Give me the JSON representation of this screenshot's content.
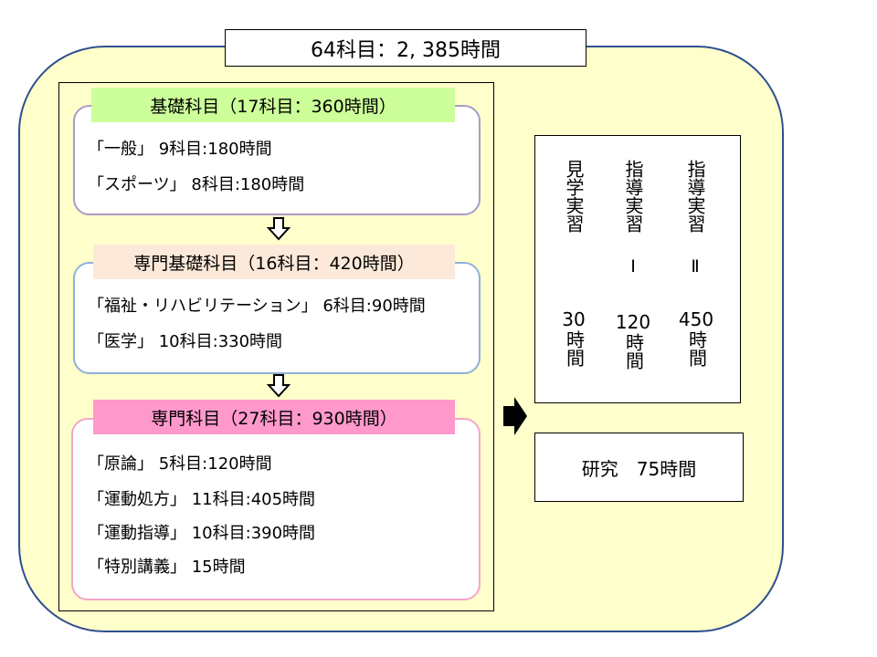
{
  "title": "64科目：2, 385時間",
  "groups": [
    {
      "header": "基礎科目（17科目：360時間）",
      "color": "#ccff99",
      "border_color": "#a99bc8",
      "items": [
        "「一般」 9科目:180時間",
        "「スポーツ」 8科目:180時間"
      ]
    },
    {
      "header": "専門基礎科目（16科目：420時間）",
      "color": "#fde9d9",
      "border_color": "#8fb0d9",
      "items": [
        "「福祉・リハビリテーション」 6科目:90時間",
        "「医学」 10科目:330時間"
      ]
    },
    {
      "header": "専門科目（27科目：930時間）",
      "color": "#ff99cc",
      "border_color": "#f3a6c8",
      "items": [
        "「原論」 5科目:120時間",
        "「運動処方」 11科目:405時間",
        "「運動指導」 10科目:390時間",
        "「特別講義」 15時間"
      ]
    }
  ],
  "practicum": [
    {
      "name": "見学実習",
      "numeral": "",
      "hours_value": "30",
      "hours_unit": "時間"
    },
    {
      "name": "指導実習",
      "numeral": "Ⅰ",
      "hours_value": "120",
      "hours_unit": "時間"
    },
    {
      "name": "指導実習",
      "numeral": "Ⅱ",
      "hours_value": "450",
      "hours_unit": "時間"
    }
  ],
  "research": "研究　75時間",
  "icons": {
    "flow_arrow_down": "down-arrow-outline-icon",
    "flow_arrow_right": "right-arrow-solid-icon"
  },
  "colors": {
    "background_panel": "#ffffcc",
    "panel_border": "#2f4f8f"
  }
}
